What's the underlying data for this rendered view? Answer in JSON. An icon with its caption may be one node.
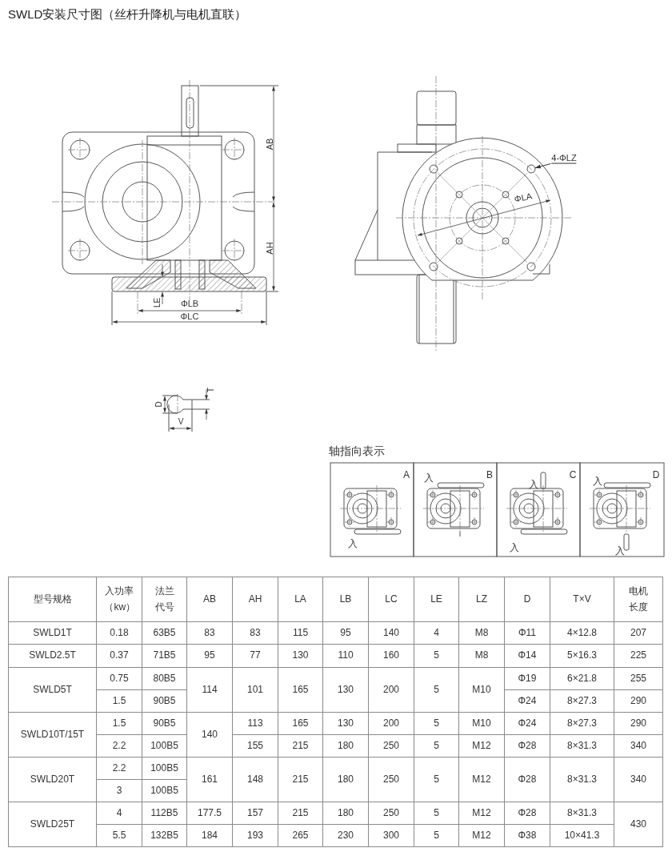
{
  "diagram": {
    "title": "SWLD安装尺寸图（丝杆升降机与电机直联）",
    "nodes": [
      {
        "text": [
          "4-ΦLZ"
        ]
      },
      {
        "text": [],
        "shape": "circle"
      }
    ],
    "edges": [
      {
        "from": 0,
        "to": 1,
        "arrow": "to"
      }
    ],
    "labels": [
      "AB",
      "AH",
      "LE",
      "ΦLB",
      "ΦLC",
      "ΦLA",
      "D",
      "T",
      "V",
      "轴指向表示",
      "A",
      "入",
      "B",
      "入",
      "C",
      "入",
      "入",
      "D",
      "入",
      "入",
      "型号规格",
      "入功率（kw）",
      "法兰代号",
      "AB",
      "AH",
      "LA",
      "LB",
      "LC",
      "LE",
      "LZ",
      "D",
      "T×V",
      "电机长度",
      "SWLD1T",
      "0.18",
      "63B5",
      "83",
      "83",
      "115",
      "95",
      "140",
      "4",
      "M8",
      "Φ11",
      "4×12.8",
      "207",
      "SWLD2.5T",
      "0.37",
      "71B5",
      "95",
      "77",
      "130",
      "110",
      "160",
      "5",
      "M8",
      "Φ14",
      "5×16.3",
      "225",
      "SWLD5T",
      "0.75",
      "80B5",
      "114",
      "101",
      "165",
      "130",
      "200",
      "5",
      "M10",
      "Φ19",
      "6×21.8",
      "255",
      "1.5",
      "90B5",
      "Φ24",
      "8×27.3",
      "290",
      "SWLD10T/15T",
      "1.5",
      "90B5",
      "140",
      "113",
      "165",
      "130",
      "200",
      "5",
      "M10",
      "Φ24",
      "8×27.3",
      "290",
      "2.2",
      "100B5",
      "155",
      "215",
      "180",
      "250",
      "5",
      "M12",
      "Φ28",
      "8×31.3",
      "340",
      "SWLD20T",
      "2.2",
      "100B5",
      "161",
      "148",
      "215",
      "180",
      "250",
      "5",
      "M12",
      "Φ28",
      "8×31.3",
      "340",
      "3",
      "100B5",
      "SWLD25T",
      "4",
      "112B5",
      "177.5",
      "157",
      "215",
      "180",
      "250",
      "5",
      "M12",
      "Φ28",
      "8×31.3",
      "430",
      "5.5",
      "132B5",
      "184",
      "193",
      "265",
      "230",
      "300",
      "5",
      "M12",
      "Φ38",
      "10×41.3"
    ]
  }
}
